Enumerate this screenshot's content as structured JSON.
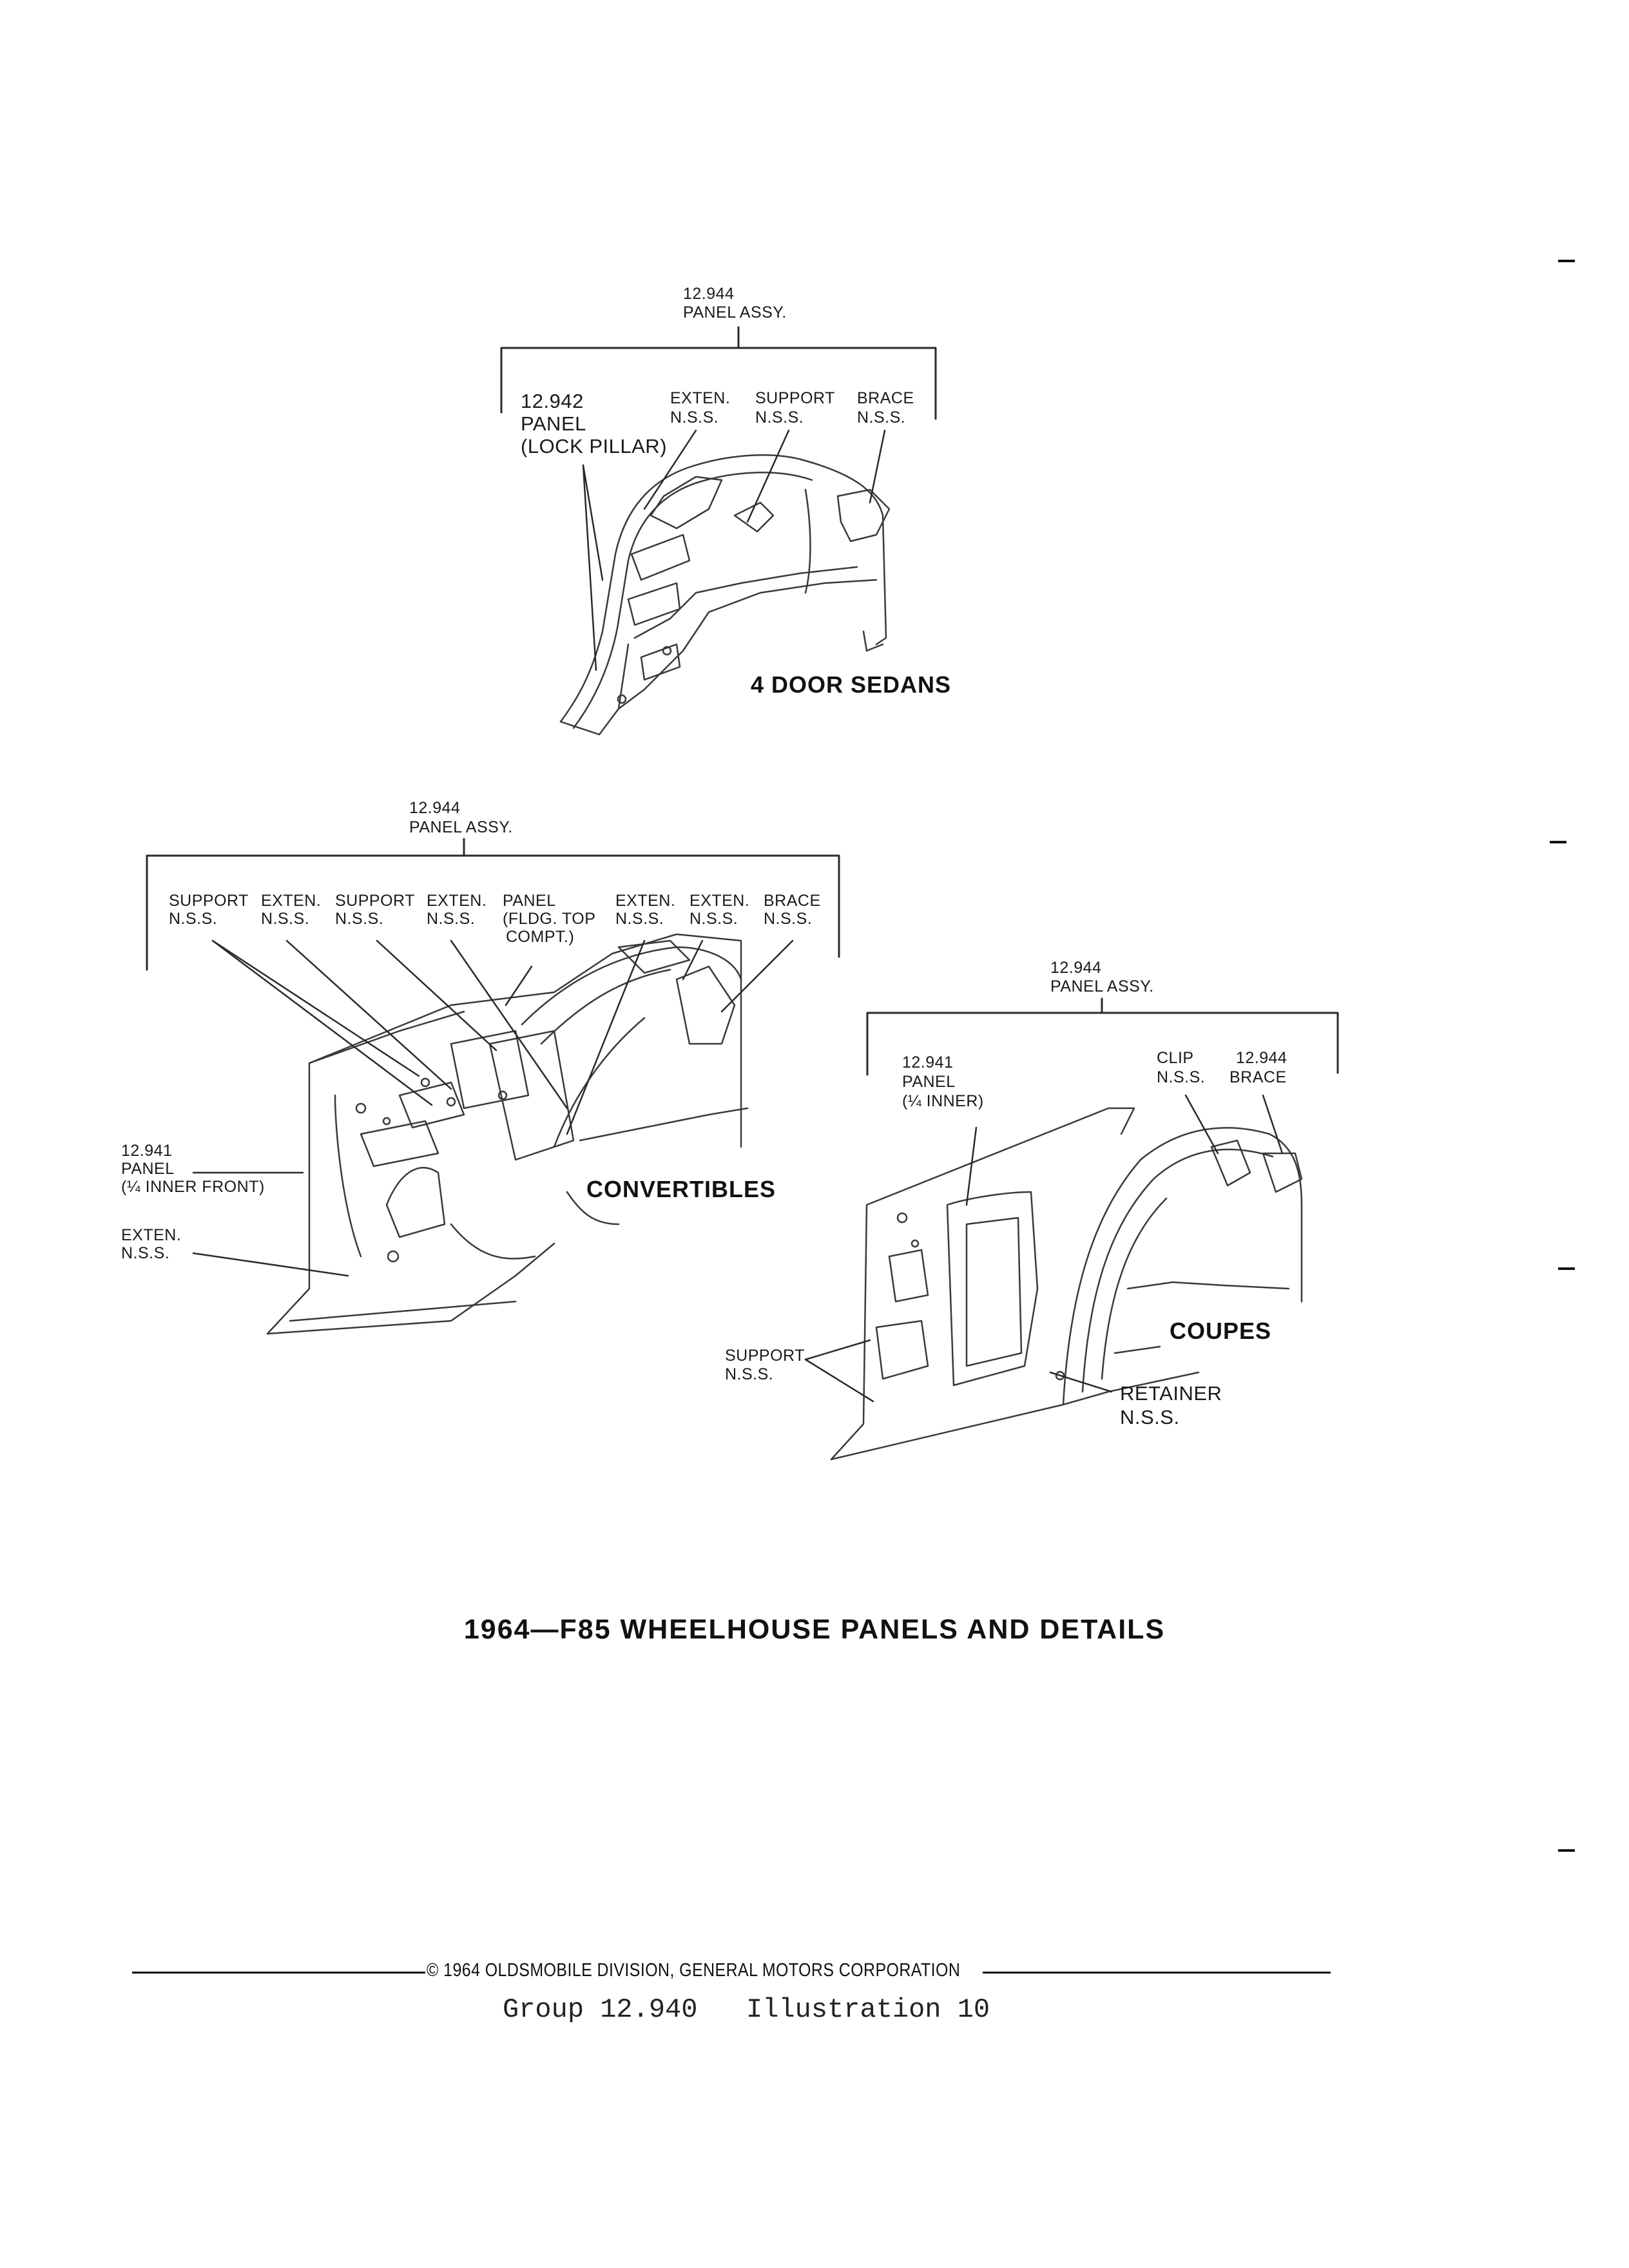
{
  "sedans": {
    "assy_number": "12.944",
    "assy_label": "PANEL ASSY.",
    "panel_number": "12.942",
    "panel_label": "PANEL",
    "panel_desc": "(LOCK PILLAR)",
    "callouts": [
      {
        "line1": "EXTEN.",
        "line2": "N.S.S."
      },
      {
        "line1": "SUPPORT",
        "line2": "N.S.S."
      },
      {
        "line1": "BRACE",
        "line2": "N.S.S."
      }
    ],
    "title": "4 DOOR SEDANS"
  },
  "convertibles": {
    "assy_number": "12.944",
    "assy_label": "PANEL ASSY.",
    "callouts": [
      {
        "line1": "SUPPORT",
        "line2": "N.S.S."
      },
      {
        "line1": "EXTEN.",
        "line2": "N.S.S."
      },
      {
        "line1": "SUPPORT",
        "line2": "N.S.S."
      },
      {
        "line1": "EXTEN.",
        "line2": "N.S.S."
      },
      {
        "line1": "PANEL",
        "line2": "(FLDG. TOP",
        "line3": "COMPT.)"
      },
      {
        "line1": "EXTEN.",
        "line2": "N.S.S."
      },
      {
        "line1": "EXTEN.",
        "line2": "N.S.S."
      },
      {
        "line1": "BRACE",
        "line2": "N.S.S."
      }
    ],
    "inner_front": {
      "number": "12.941",
      "label": "PANEL",
      "desc": "(¼ INNER FRONT)"
    },
    "exten": {
      "line1": "EXTEN.",
      "line2": "N.S.S."
    },
    "title": "CONVERTIBLES"
  },
  "coupes": {
    "assy_number": "12.944",
    "assy_label": "PANEL ASSY.",
    "panel": {
      "number": "12.941",
      "label": "PANEL",
      "desc": "(¼ INNER)"
    },
    "clip": {
      "line1": "CLIP",
      "line2": "N.S.S."
    },
    "brace": {
      "line1": "12.944",
      "line2": "BRACE"
    },
    "support": {
      "line1": "SUPPORT",
      "line2": "N.S.S."
    },
    "retainer": {
      "line1": "RETAINER",
      "line2": "N.S.S."
    },
    "title": "COUPES"
  },
  "page_title": "1964—F85 WHEELHOUSE PANELS AND DETAILS",
  "copyright": "© 1964 OLDSMOBILE DIVISION, GENERAL MOTORS CORPORATION",
  "group_line": "Group 12.940   Illustration 10"
}
